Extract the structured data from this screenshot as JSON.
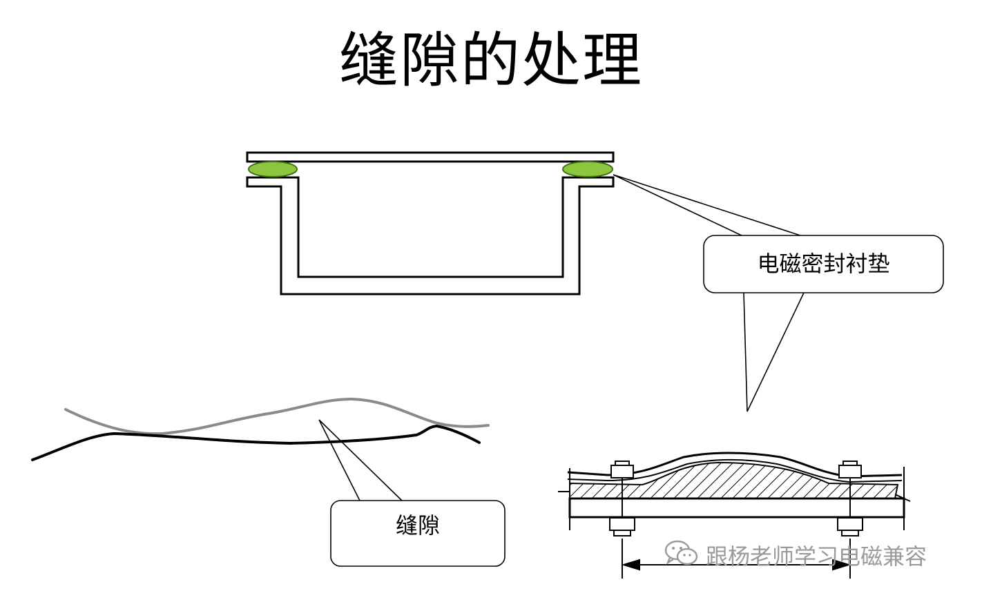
{
  "title": "缝隙的处理",
  "callouts": {
    "gasket_label": "电磁密封衬垫",
    "gap_label": "缝隙"
  },
  "watermark": {
    "icon": "wechat-icon",
    "text": "跟杨老师学习电磁兼容"
  },
  "colors": {
    "gasket_fill": "#8cc63f",
    "gasket_stroke": "#3f6f12",
    "gap_upper_line": "#8a8a8a",
    "gap_lower_line": "#000000",
    "watermark": "#9a9a9a"
  }
}
